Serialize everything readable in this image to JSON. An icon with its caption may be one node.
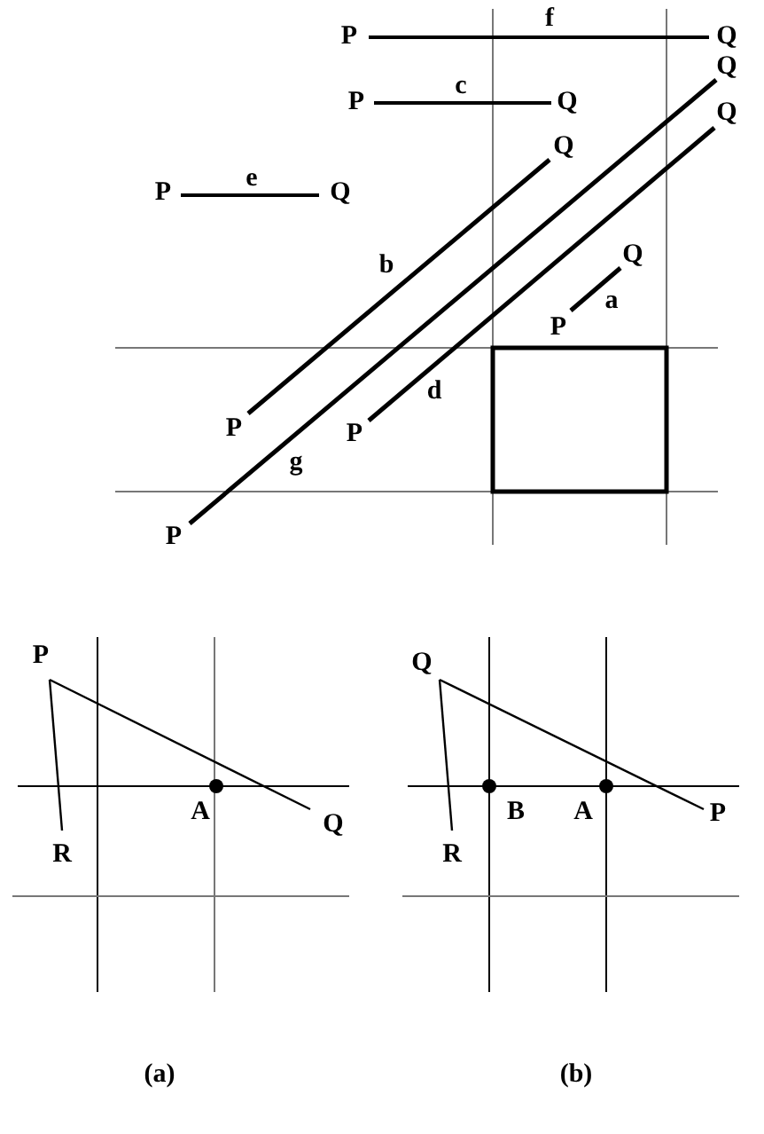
{
  "diagram": {
    "labels": [
      "P",
      "f",
      "Q",
      "Q",
      "P",
      "c",
      "Q",
      "Q",
      "Q",
      "P",
      "e",
      "Q",
      "b",
      "Q",
      "a",
      "P",
      "d",
      "P",
      "P",
      "g",
      "P",
      "P",
      "A",
      "Q",
      "R",
      "(a)",
      "Q",
      "B",
      "A",
      "P",
      "R",
      "(b)"
    ]
  }
}
